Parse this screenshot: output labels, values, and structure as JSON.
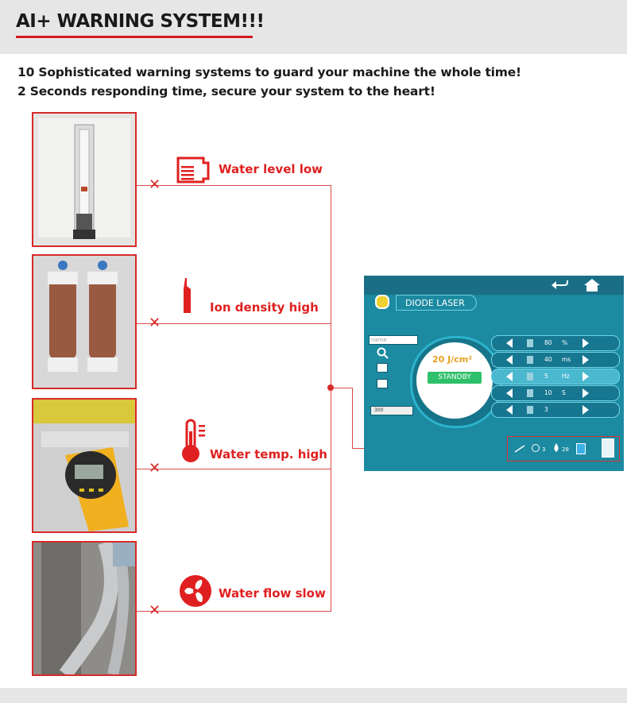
{
  "header": {
    "title": "AI+ WARNING SYSTEM!!!"
  },
  "subtitles": {
    "line1": "10 Sophisticated warning systems to guard your machine the whole time!",
    "line2": "2 Seconds responding time, secure your system to the heart!"
  },
  "warnings": [
    {
      "label": "Water level low",
      "icon": "water-level-icon"
    },
    {
      "label": "Ion density high",
      "icon": "ion-filter-icon"
    },
    {
      "label": "Water temp. high",
      "icon": "thermometer-icon"
    },
    {
      "label": "Water flow slow",
      "icon": "fan-icon"
    }
  ],
  "colors": {
    "accent_red": "#e02020",
    "screen_teal": "#1c8aa0",
    "standby_green": "#2ec06a"
  },
  "screen": {
    "title": "DIODE LASER",
    "name_placeholder": "name",
    "energy_value": "20",
    "energy_unit": "J/cm²",
    "standby_label": "STANDBY",
    "slider_value": "300",
    "params": [
      {
        "value": "80",
        "unit": "%"
      },
      {
        "value": "40",
        "unit": "ms"
      },
      {
        "value": "5",
        "unit": "Hz"
      },
      {
        "value": "10",
        "unit": "S"
      },
      {
        "value": "3",
        "unit": ""
      }
    ],
    "status": {
      "fan_value": "3",
      "flow_value": "28"
    }
  }
}
